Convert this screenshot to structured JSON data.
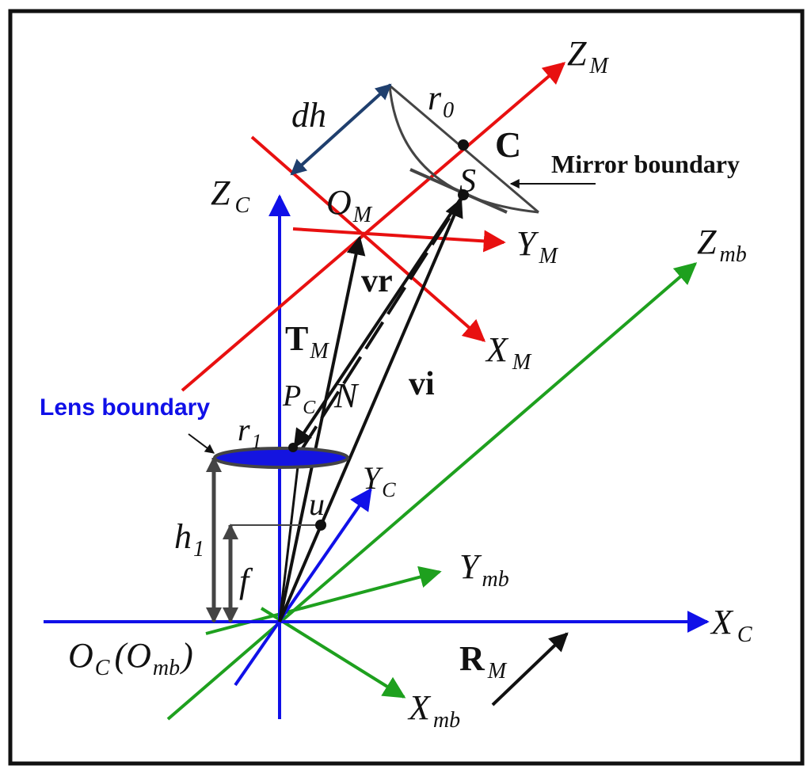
{
  "colors": {
    "camera": "#1010e8",
    "mirror": "#e81010",
    "mirror_base": "#1ea01e",
    "vector": "#111111",
    "dim": "#444444",
    "dh": "#1f3f6e",
    "lens_fill": "#1414e0"
  },
  "labels": {
    "z_m": "Z",
    "z_m_sub": "M",
    "y_m": "Y",
    "y_m_sub": "M",
    "x_m": "X",
    "x_m_sub": "M",
    "o_m": "O",
    "o_m_sub": "M",
    "z_c": "Z",
    "z_c_sub": "C",
    "y_c": "Y",
    "y_c_sub": "C",
    "x_c": "X",
    "x_c_sub": "C",
    "z_mb": "Z",
    "z_mb_sub": "mb",
    "y_mb": "Y",
    "y_mb_sub": "mb",
    "x_mb": "X",
    "x_mb_sub": "mb",
    "o_c": "O",
    "o_c_sub": "C",
    "o_mb_open": "(O",
    "o_mb_sub": "mb",
    "o_mb_close": ")",
    "dh": "dh",
    "r0": "r",
    "r0_sub": "0",
    "c": "C",
    "s": "S",
    "mirror_boundary": "Mirror boundary",
    "vr": "vr",
    "t_m": "T",
    "t_m_sub": "M",
    "vi": "vi",
    "n": "N",
    "p_c": "P",
    "p_c_sub": "C",
    "lens_boundary": "Lens boundary",
    "r1": "r",
    "r1_sub": "1",
    "u": "u",
    "h1": "h",
    "h1_sub": "1",
    "f": "f",
    "r_m": "R",
    "r_m_sub": "M"
  }
}
